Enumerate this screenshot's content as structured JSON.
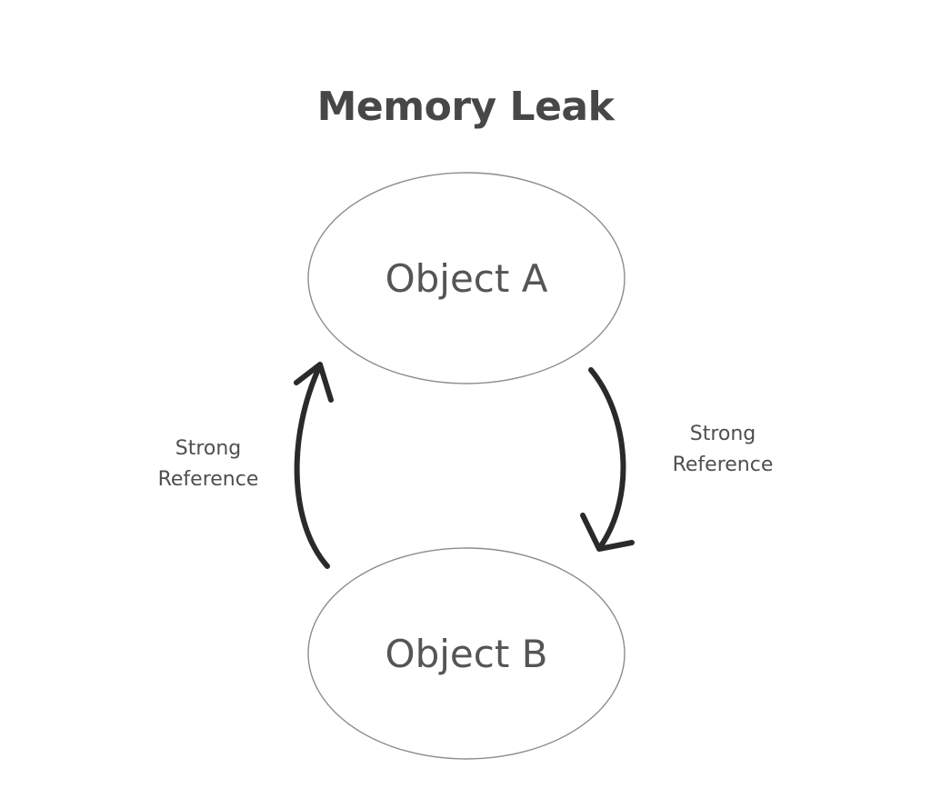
{
  "title": "Memory Leak",
  "nodes": [
    {
      "id": "a",
      "label": "Object A"
    },
    {
      "id": "b",
      "label": "Object B"
    }
  ],
  "edges": [
    {
      "from": "a",
      "to": "b",
      "label_lines": [
        "Strong",
        "Reference"
      ]
    },
    {
      "from": "b",
      "to": "a",
      "label_lines": [
        "Strong",
        "Reference"
      ]
    }
  ],
  "colors": {
    "ink": "#2a2a2a",
    "outline": "#8c8c8c",
    "text": "#555555"
  }
}
